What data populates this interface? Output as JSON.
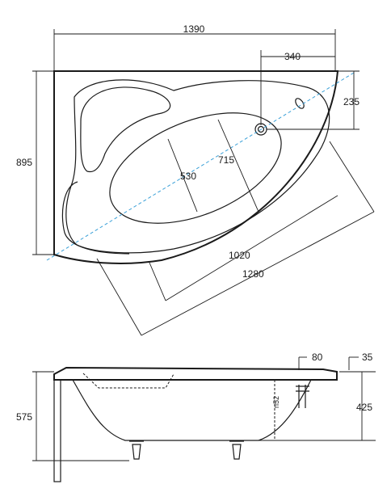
{
  "top_view": {
    "dim_width": "1390",
    "dim_depth": "895",
    "dim_drain_x": "340",
    "dim_drain_y": "235",
    "dim_inner_width": "530",
    "dim_inner_length": "715",
    "dim_diag_inner": "1020",
    "dim_diag_outer": "1280"
  },
  "side_view": {
    "dim_height": "575",
    "dim_rim": "80",
    "dim_lip": "35",
    "dim_depth": "425",
    "dim_overflow": "n52"
  }
}
